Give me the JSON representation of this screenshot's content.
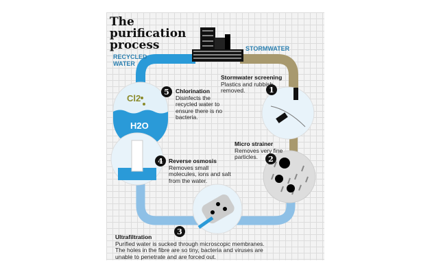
{
  "title": "The purification process",
  "labels": {
    "recycled": "RECYCLED WATER",
    "stormwater": "STORMWATER"
  },
  "steps": [
    {
      "number": "1",
      "heading": "Stormwater screening",
      "text": "Plastics and rubbish removed."
    },
    {
      "number": "2",
      "heading": "Micro strainer",
      "text": "Removes very fine particles."
    },
    {
      "number": "3",
      "heading": "Ultrafiltration",
      "text": "Purified water is sucked through microscopic membranes. The holes in the fibre are so tiny, bacteria and viruses are unable to penetrate and are forced out."
    },
    {
      "number": "4",
      "heading": "Reverse osmosis",
      "text": "Removes small molecules, ions and salt from the water."
    },
    {
      "number": "5",
      "heading": "Chlorination",
      "text": "Disinfects the recycled water to ensure there is no bacteria."
    }
  ],
  "chem": {
    "cl2": "Cl2",
    "h2o": "H2O"
  },
  "colors": {
    "blue": "#2a9ad8",
    "brown": "#a8996e",
    "lightblue": "#8ec0e6"
  }
}
